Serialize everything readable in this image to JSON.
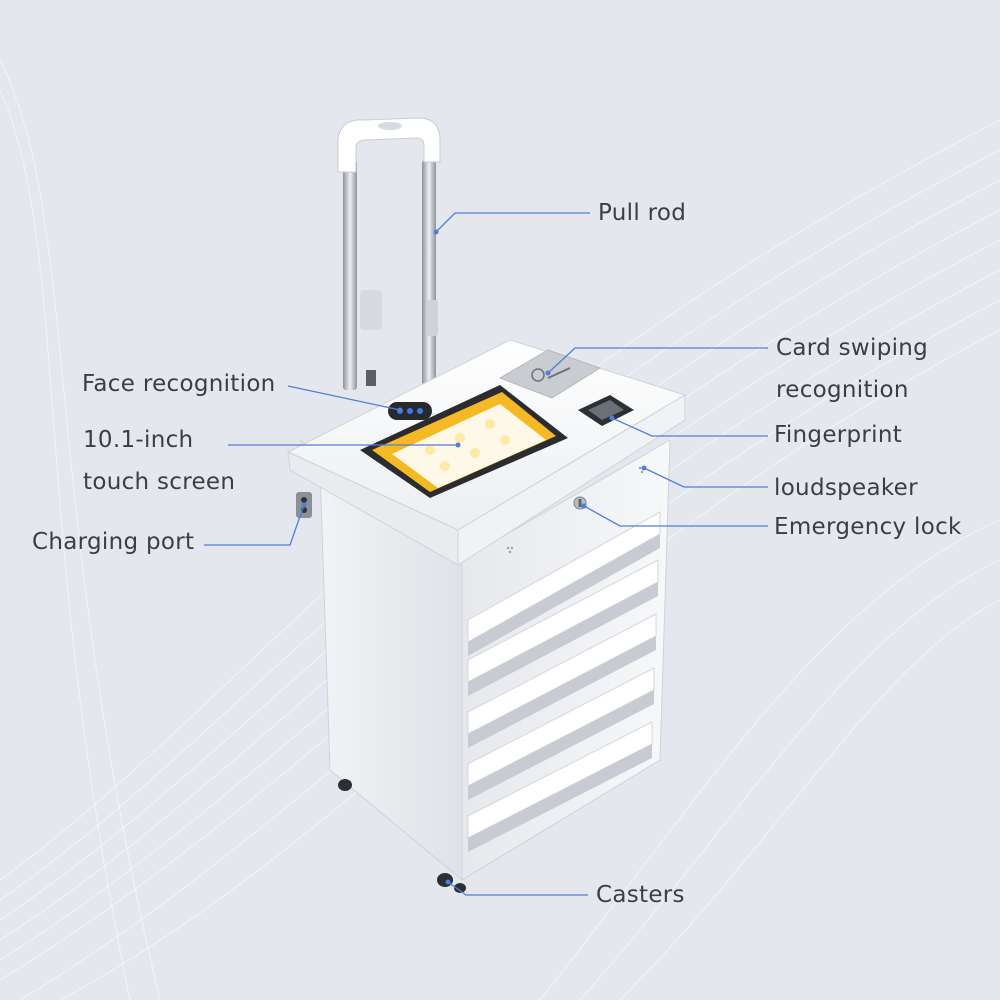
{
  "callouts": {
    "pull_rod": "Pull rod",
    "card_swiping_line1": "Card swiping",
    "card_swiping_line2": "recognition",
    "face_recognition": "Face recognition",
    "screen_line1": "10.1-inch",
    "screen_line2": "touch screen",
    "fingerprint": "Fingerprint",
    "loudspeaker": "loudspeaker",
    "charging_port": "Charging port",
    "emergency_lock": "Emergency lock",
    "casters": "Casters"
  },
  "colors": {
    "background": "#e4e7ee",
    "leader_line": "#4f7fd6",
    "label_text": "#3a3f45",
    "cabinet_body": "#f3f4f6",
    "screen_accent": "#f5b925"
  },
  "icons": {
    "card_reader": "card-reader-icon",
    "fingerprint_scanner": "fingerprint-scanner-icon",
    "camera": "face-camera-icon"
  }
}
